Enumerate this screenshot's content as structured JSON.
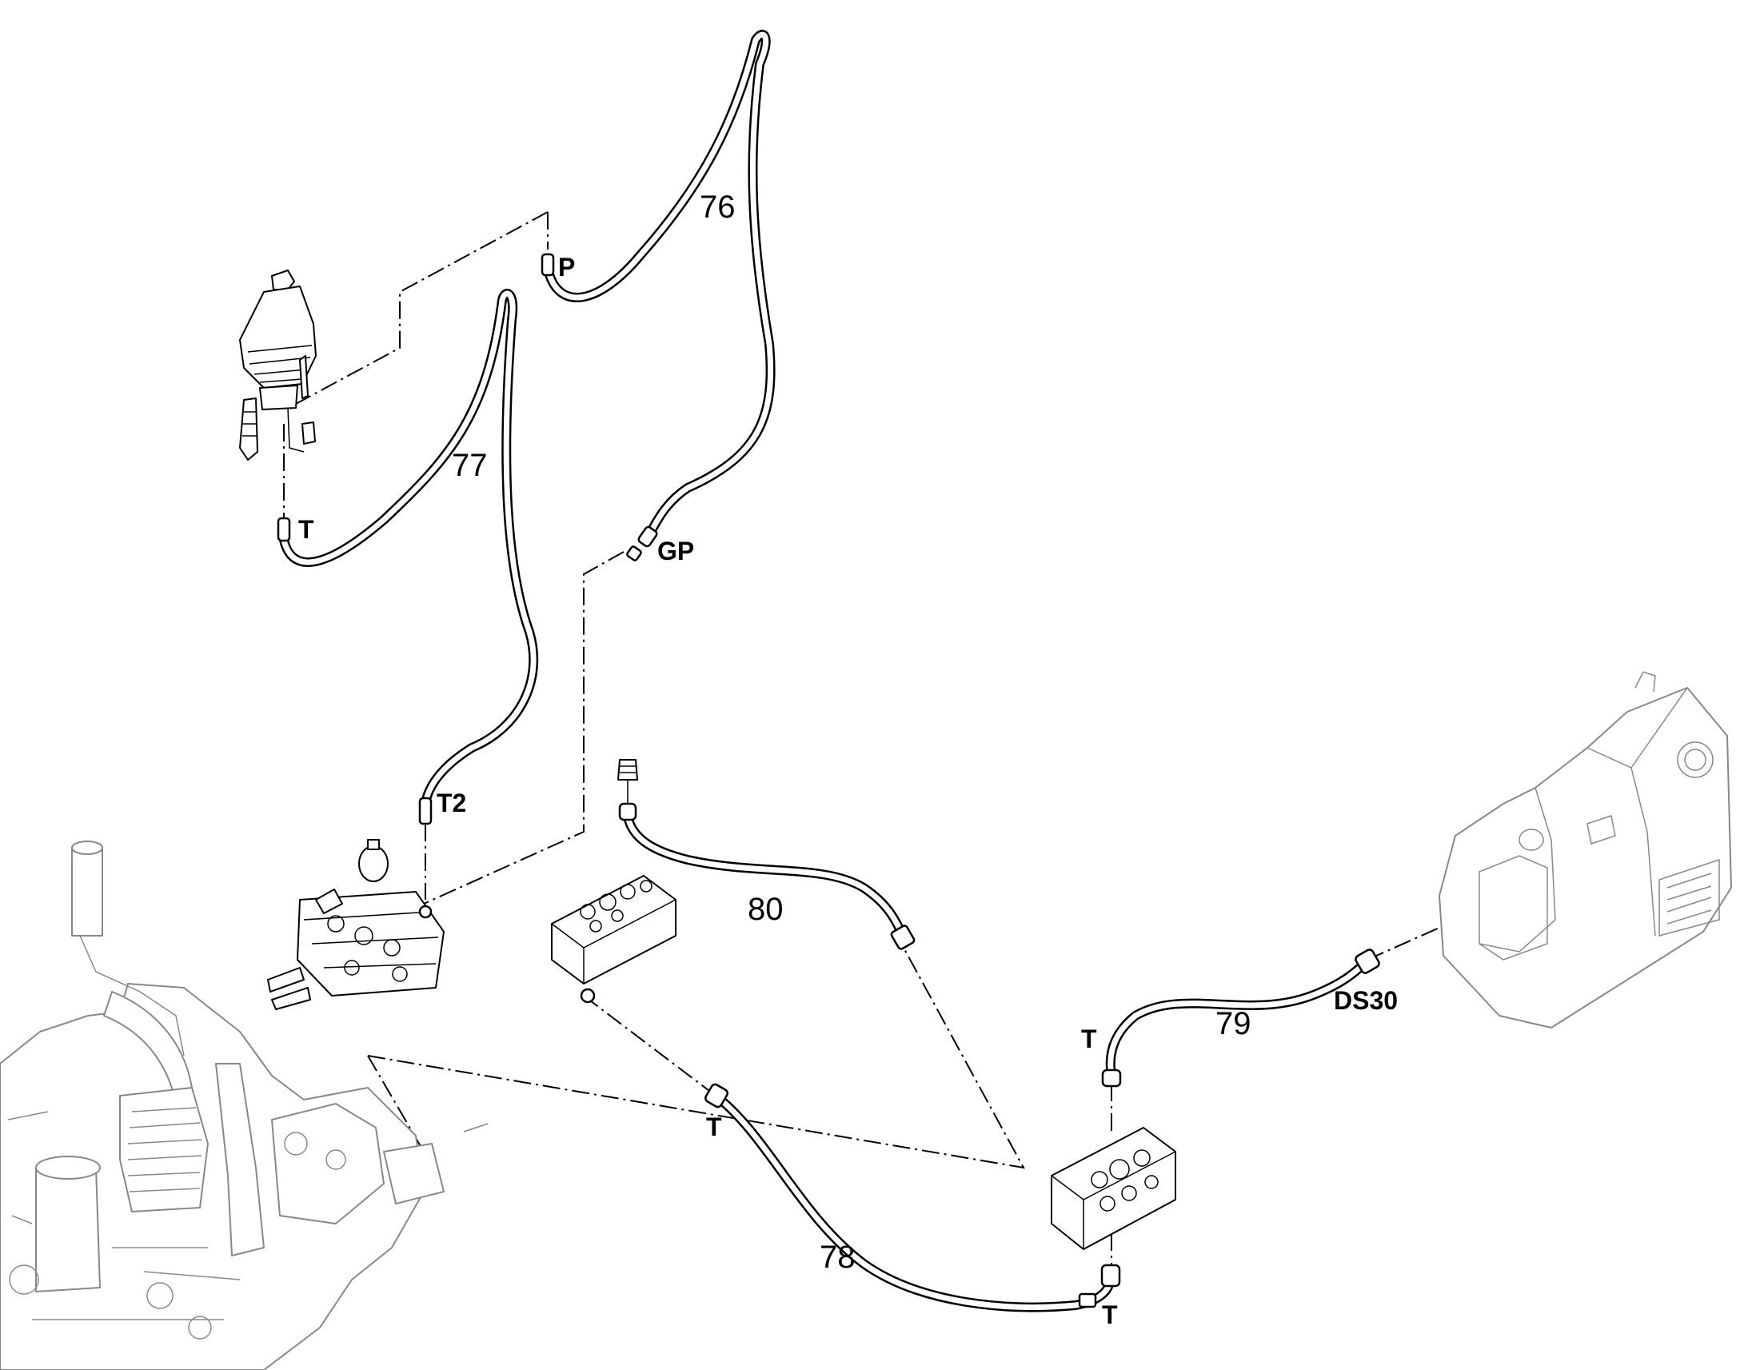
{
  "hoses": [
    {
      "id": "76",
      "label": "76"
    },
    {
      "id": "77",
      "label": "77"
    },
    {
      "id": "78",
      "label": "78"
    },
    {
      "id": "79",
      "label": "79"
    },
    {
      "id": "80",
      "label": "80"
    }
  ],
  "ports": {
    "p": "P",
    "gp": "GP",
    "t_joystick": "T",
    "t2": "T2",
    "t_78_left": "T",
    "t_78_right": "T",
    "t_79": "T",
    "ds30": "DS30"
  },
  "components": {
    "joystick": "joystick-control-icon",
    "control_valve": "control-valve-icon",
    "manifold_block": "manifold-block-icon",
    "engine": "engine-assembly-icon",
    "cab": "operator-cab-icon",
    "valve_block": "valve-block-icon",
    "adapter": "fitting-adapter-icon"
  }
}
